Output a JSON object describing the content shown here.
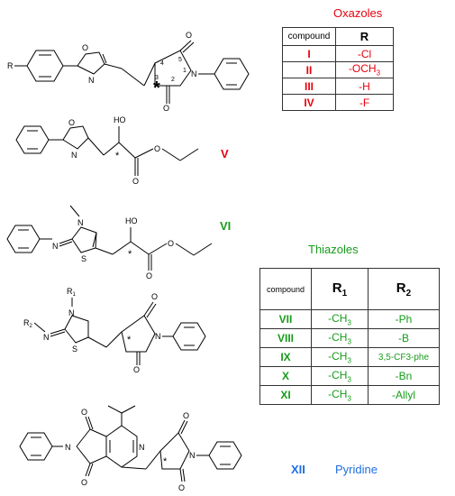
{
  "colors": {
    "red": "#e8000d",
    "green": "#169c1a",
    "blue": "#1e6fe0"
  },
  "oxazoles": {
    "title": "Oxazoles",
    "header": [
      "compound",
      "R"
    ],
    "rows": [
      {
        "compound": "I",
        "R": "-Cl"
      },
      {
        "compound": "II",
        "R": "-OCH",
        "sub": "3"
      },
      {
        "compound": "III",
        "R": "-H"
      },
      {
        "compound": "IV",
        "R": "-F"
      }
    ]
  },
  "thiazoles": {
    "title": "Thiazoles",
    "header": [
      "compound",
      "R",
      "R"
    ],
    "header_subs": [
      "1",
      "2"
    ],
    "rows": [
      {
        "compound": "VII",
        "r1": "-CH",
        "r1_sub": "3",
        "r2": "-Ph"
      },
      {
        "compound": "VIII",
        "r1": "-CH",
        "r1_sub": "3",
        "r2": "-B"
      },
      {
        "compound": "IX",
        "r1": "-CH",
        "r1_sub": "3",
        "r2": "3,5-CF3-phe"
      },
      {
        "compound": "X",
        "r1": "-CH",
        "r1_sub": "3",
        "r2": "-Bn"
      },
      {
        "compound": "XI",
        "r1": "-CH",
        "r1_sub": "3",
        "r2": "-Allyl"
      }
    ]
  },
  "labels": {
    "v": "V",
    "vi": "VI",
    "xii": "XII",
    "pyridine": "Pyridine"
  },
  "atoms": {
    "R": "R",
    "O": "O",
    "N": "N",
    "S": "S",
    "HO": "HO",
    "R1": "R1",
    "R2": "R2",
    "star": "*",
    "n1": "1",
    "n2": "2",
    "n3": "3",
    "n4": "4",
    "n5": "5"
  }
}
